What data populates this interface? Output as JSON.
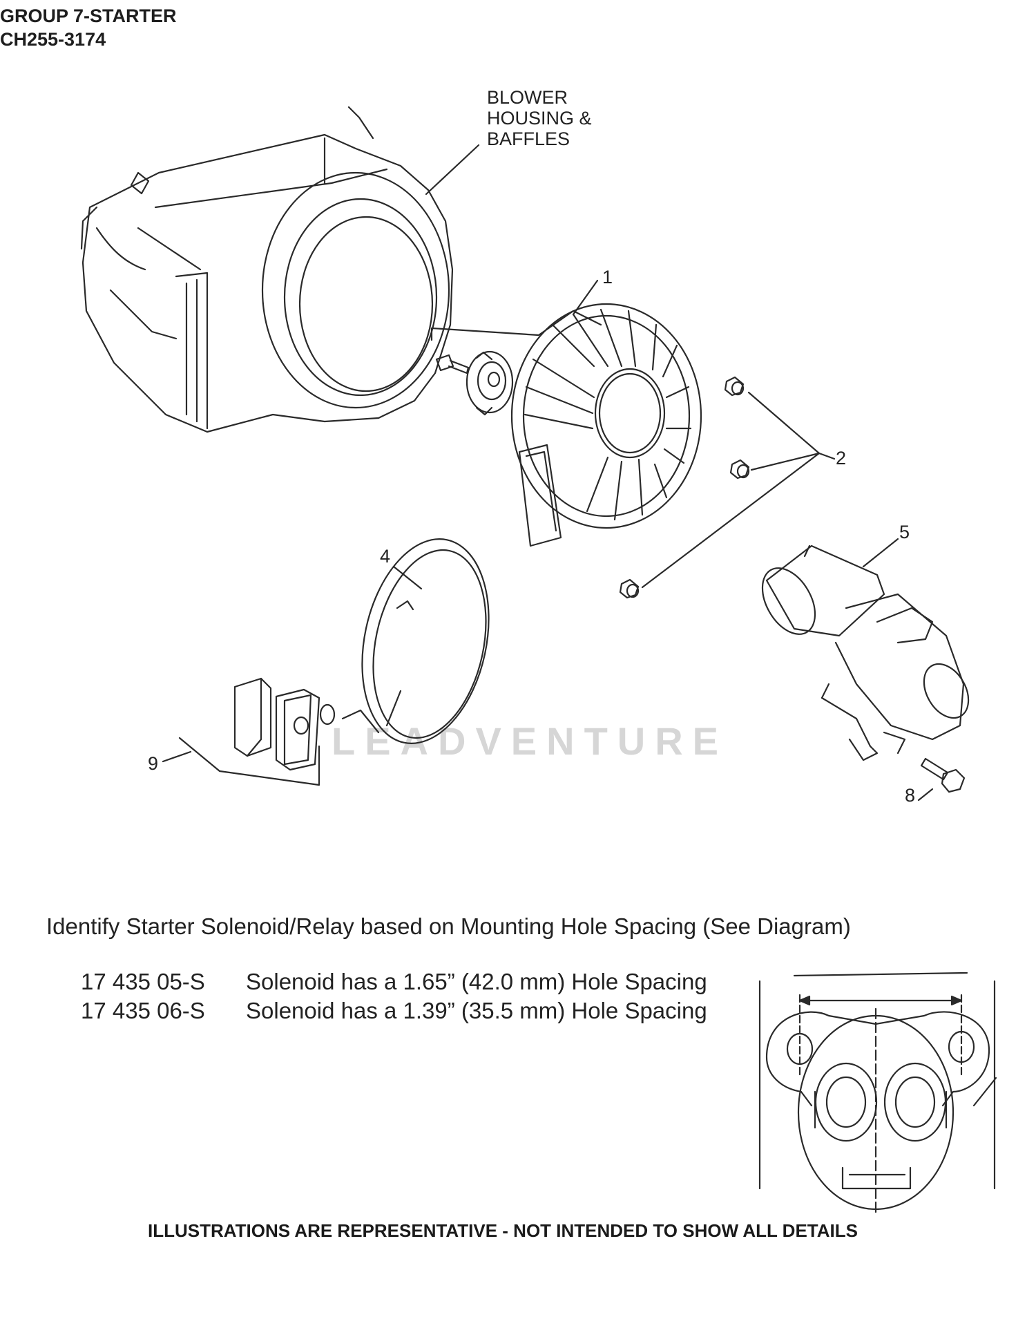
{
  "header": {
    "group": "GROUP 7-STARTER",
    "model": "CH255-3174"
  },
  "diagram": {
    "housing_label_lines": [
      "BLOWER",
      "HOUSING &",
      "BAFFLES"
    ],
    "callouts": [
      "1",
      "2",
      "4",
      "5",
      "8",
      "9"
    ]
  },
  "solenoid": {
    "note": "Identify Starter Solenoid/Relay based on Mounting Hole Spacing (See Diagram)",
    "parts": [
      {
        "number": "17 435 05-S",
        "description": "Solenoid has a 1.65” (42.0 mm) Hole Spacing"
      },
      {
        "number": "17 435 06-S",
        "description": "Solenoid has a 1.39” (35.5 mm) Hole Spacing"
      }
    ]
  },
  "watermark": "LEADVENTURE",
  "footer": "ILLUSTRATIONS ARE REPRESENTATIVE - NOT INTENDED TO SHOW ALL DETAILS"
}
